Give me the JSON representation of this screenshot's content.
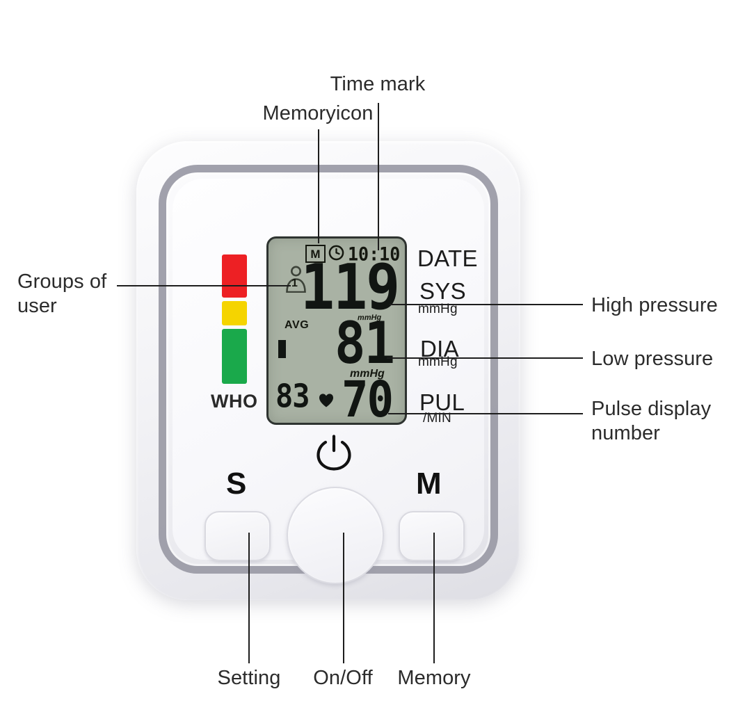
{
  "figure": {
    "title": "Blood pressure monitor display annotation diagram",
    "device_type": "upper-arm digital blood pressure monitor"
  },
  "annotations": {
    "time_mark": "Time mark",
    "memory_icon": "Memoryicon",
    "groups_of_user": "Groups of\nuser",
    "high_pressure": "High pressure",
    "low_pressure": "Low pressure",
    "pulse_display_number": "Pulse display\nnumber",
    "setting": "Setting",
    "on_off": "On/Off",
    "memory": "Memory"
  },
  "lcd": {
    "memory_badge": "M",
    "clock_icon": "clock-icon",
    "time": "10:10",
    "user_group_number": "1",
    "sys_value": "119",
    "avg_label": "AVG",
    "sys_unit": "mmHg",
    "dia_value": "81",
    "dia_unit": "mmHg",
    "pulse_secondary": "83",
    "heart_icon": "heart-icon",
    "pulse_value": "70"
  },
  "panel_labels": {
    "date": "DATE",
    "sys": "SYS",
    "sys_unit": "mmHg",
    "dia": "DIA",
    "dia_unit": "mmHg",
    "pul": "PUL",
    "pul_unit": "/MIN",
    "who": "WHO"
  },
  "buttons": {
    "setting_letter": "S",
    "memory_letter": "M",
    "power_icon": "power-icon"
  },
  "who_indicator": {
    "segments": [
      {
        "name": "high",
        "color": "#ed2024"
      },
      {
        "name": "moderate",
        "color": "#f5d400"
      },
      {
        "name": "normal",
        "color": "#1aa94b"
      }
    ]
  },
  "colors": {
    "red": "#ed2024",
    "yellow": "#f5d400",
    "green": "#1aa94b",
    "lcd_background": "#a9b2a4",
    "lcd_segment": "#111512",
    "case_ring": "#9d9da8",
    "text": "#2b2b2b"
  }
}
